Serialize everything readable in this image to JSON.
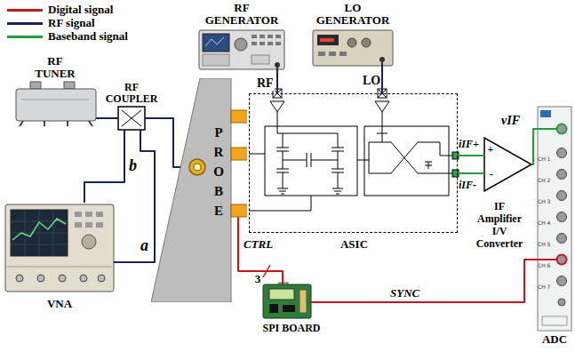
{
  "diagram": {
    "nodes": [
      {
        "text": [
          "RF GENERATOR"
        ]
      },
      {
        "text": [
          "LO GENERATOR"
        ]
      },
      {
        "text": [
          "RF TUNER"
        ]
      },
      {
        "text": [
          "RF COUPLER"
        ]
      },
      {
        "text": [
          "P R O B E"
        ]
      },
      {
        "text": [
          "ASIC"
        ]
      },
      {
        "text": [
          "IF Amplifier I/V Converter"
        ]
      },
      {
        "text": [
          "ADC"
        ]
      },
      {
        "text": [
          "VNA"
        ]
      },
      {
        "text": [
          "SPI BOARD"
        ]
      }
    ],
    "edges": [
      {
        "from": 0,
        "to": 5,
        "label": "RF",
        "arrow": "none"
      },
      {
        "from": 1,
        "to": 5,
        "label": "LO",
        "arrow": "none"
      },
      {
        "from": 2,
        "to": 3,
        "arrow": "none"
      },
      {
        "from": 3,
        "to": 4,
        "arrow": "none"
      },
      {
        "from": 3,
        "to": 8,
        "label": "b",
        "arrow": "none"
      },
      {
        "from": 3,
        "to": 8,
        "label": "a",
        "arrow": "none"
      },
      {
        "from": 5,
        "to": 6,
        "label": "iIF+",
        "arrow": "none"
      },
      {
        "from": 5,
        "to": 6,
        "label": "iIF-",
        "arrow": "none"
      },
      {
        "from": 6,
        "to": 7,
        "label": "vIF",
        "arrow": "none"
      },
      {
        "from": 4,
        "to": 9,
        "label": "CTRL",
        "arrow": "none"
      },
      {
        "from": 9,
        "to": 7,
        "label": "SYNC",
        "arrow": "none"
      }
    ],
    "labels": [
      "3",
      "+",
      "-",
      "CH 1",
      "CH 2",
      "CH 3",
      "CH 4",
      "CH 5",
      "CH 6",
      "CH 7"
    ],
    "legend": [
      {
        "text": "Digital signal"
      },
      {
        "text": "RF signal"
      },
      {
        "text": "Baseband signal"
      }
    ]
  }
}
